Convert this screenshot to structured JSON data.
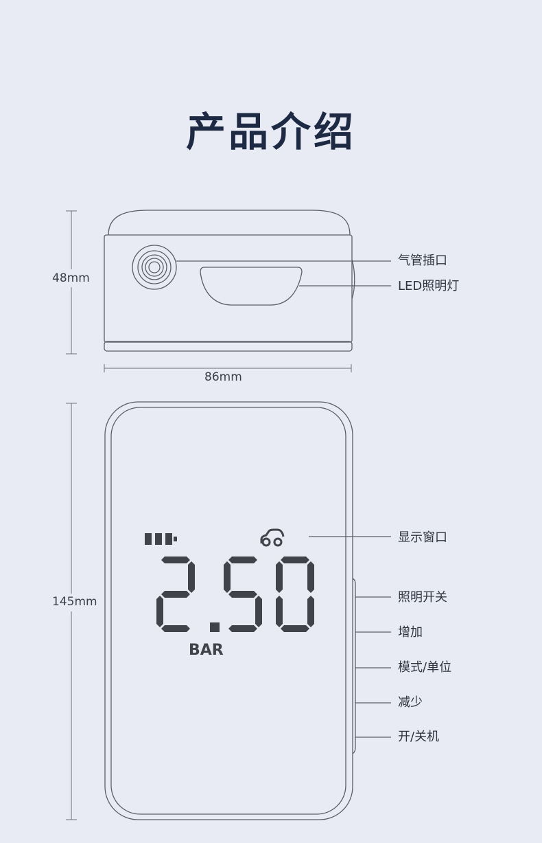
{
  "header": {
    "title": "产品介绍"
  },
  "dimensions": {
    "height_top": "48mm",
    "width_top": "86mm",
    "height_front": "145mm"
  },
  "callouts": {
    "air_hose_port": "气管插口",
    "led_light": "LED照明灯",
    "display_window": "显示窗口",
    "light_switch": "照明开关",
    "increase": "增加",
    "mode_unit": "模式/单位",
    "decrease": "减少",
    "power": "开/关机"
  },
  "display": {
    "reading": "2.50",
    "unit": "BAR",
    "battery_bars": 3,
    "car_mode_icon": "car-icon"
  },
  "colors": {
    "background": "#e8ebf4",
    "title": "#1e2a44",
    "outline": "#5a5d66",
    "segment": "#404349"
  }
}
